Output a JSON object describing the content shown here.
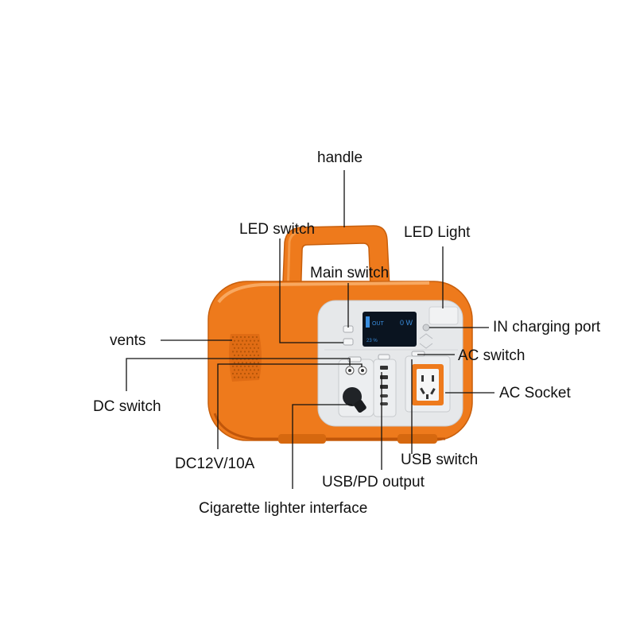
{
  "labels": {
    "handle": "handle",
    "led_switch": "LED switch",
    "led_light": "LED Light",
    "main_switch": "Main switch",
    "in_charging_port": "IN charging port",
    "vents": "vents",
    "ac_switch": "AC switch",
    "dc_switch": "DC switch",
    "ac_socket": "AC Socket",
    "dc12v": "DC12V/10A",
    "usb_switch": "USB switch",
    "usb_pd_output": "USB/PD output",
    "cigarette_lighter": "Cigarette lighter interface"
  },
  "display": {
    "out_text": "OUT",
    "watt_text": "0 W",
    "percent_text": "23 %"
  },
  "colors": {
    "body_orange": "#ee7a1c",
    "body_orange_dark": "#c85f0c",
    "panel_gray": "#e6e8ea",
    "screen_dark": "#0a1420",
    "screen_blue": "#3a8fe0",
    "line": "#111111"
  }
}
